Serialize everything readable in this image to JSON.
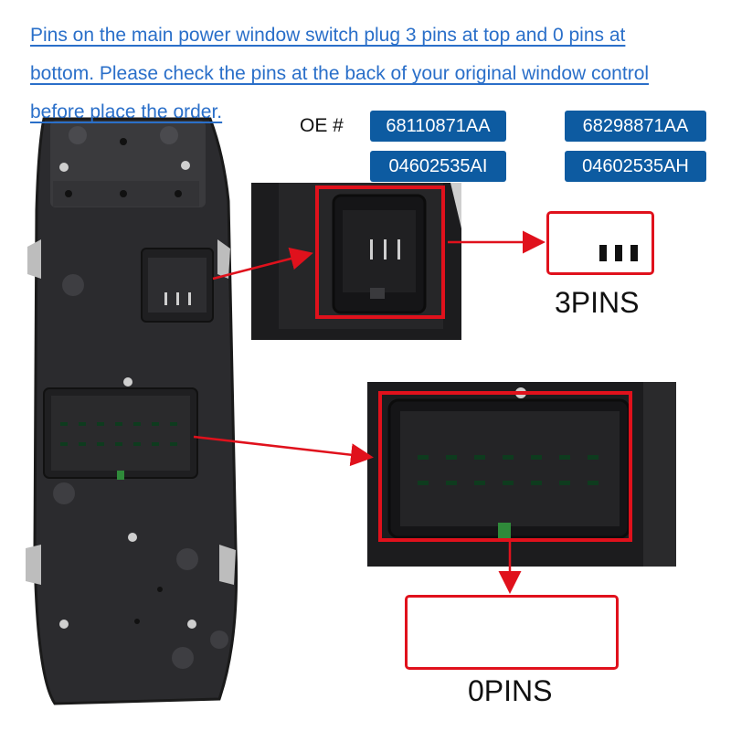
{
  "notice_lines": [
    "Pins on the main power window switch plug 3 pins at top and 0 pins at ",
    "bottom. Please check the pins at the back of your original window control ",
    "before place the order."
  ],
  "oe_label": "OE #",
  "oe_codes": [
    "68110871AA",
    "68298871AA",
    "04602535AI",
    "04602535AH"
  ],
  "top_plug": {
    "label": "3PINS",
    "pin_count": 3
  },
  "bottom_plug": {
    "label": "0PINS",
    "pin_count": 0
  },
  "colors": {
    "notice_text": "#2a6fc9",
    "badge": "#0d5ba1",
    "highlight": "#e0111c"
  }
}
